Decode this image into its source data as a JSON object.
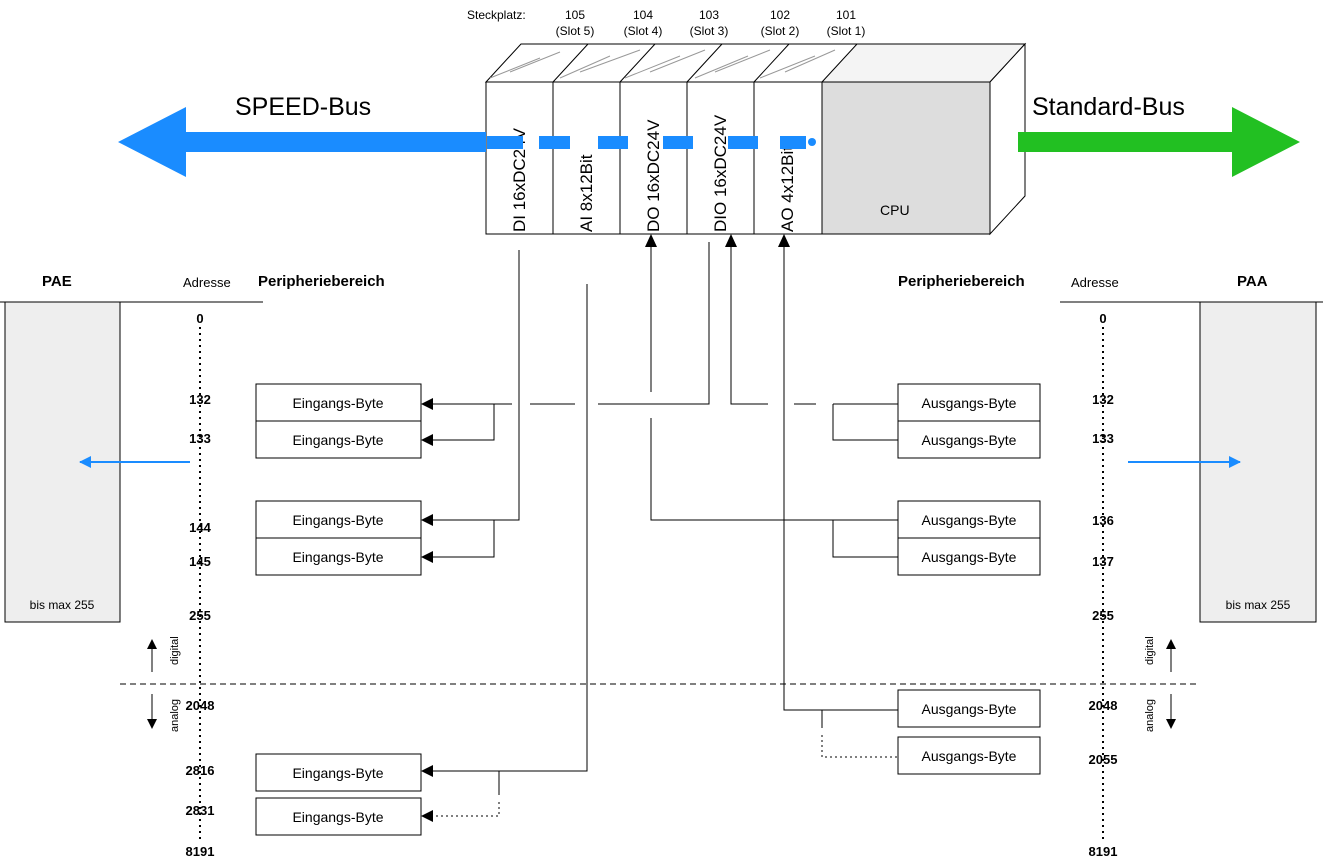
{
  "slot_header": {
    "label": "Steckplatz:",
    "slots": [
      {
        "num": "105",
        "name": "(Slot 5)"
      },
      {
        "num": "104",
        "name": "(Slot 4)"
      },
      {
        "num": "103",
        "name": "(Slot 3)"
      },
      {
        "num": "102",
        "name": "(Slot 2)"
      },
      {
        "num": "101",
        "name": "(Slot 1)"
      }
    ]
  },
  "buses": {
    "left": "SPEED-Bus",
    "right": "Standard-Bus"
  },
  "modules": [
    "DI 16xDC24V",
    "AI 8x12Bit",
    "DO 16xDC24V",
    "DIO 16xDC24V",
    "AO 4x12Bit"
  ],
  "cpu_label": "CPU",
  "left": {
    "title": "PAE",
    "address_header": "Adresse",
    "area_header": "Peripheriebereich",
    "note": "bis max 255",
    "addresses": [
      "0",
      "132",
      "133",
      "144",
      "145",
      "255",
      "2048",
      "2816",
      "2831",
      "8191"
    ],
    "byte_boxes": [
      "Eingangs-Byte",
      "Eingangs-Byte",
      "Eingangs-Byte",
      "Eingangs-Byte",
      "Eingangs-Byte",
      "Eingangs-Byte"
    ]
  },
  "right": {
    "title": "PAA",
    "address_header": "Adresse",
    "area_header": "Peripheriebereich",
    "note": "bis max 255",
    "addresses": [
      "0",
      "132",
      "133",
      "136",
      "137",
      "255",
      "2048",
      "2055",
      "8191"
    ],
    "byte_boxes": [
      "Ausgangs-Byte",
      "Ausgangs-Byte",
      "Ausgangs-Byte",
      "Ausgangs-Byte",
      "Ausgangs-Byte",
      "Ausgangs-Byte"
    ]
  },
  "zones": {
    "digital": "digital",
    "analog": "analog"
  },
  "colors": {
    "speed_bus": "#1a8cff",
    "standard_bus": "#22c022",
    "panel_fill": "#eeeeee",
    "cpu_fill": "#dddddd",
    "line": "#000000"
  }
}
